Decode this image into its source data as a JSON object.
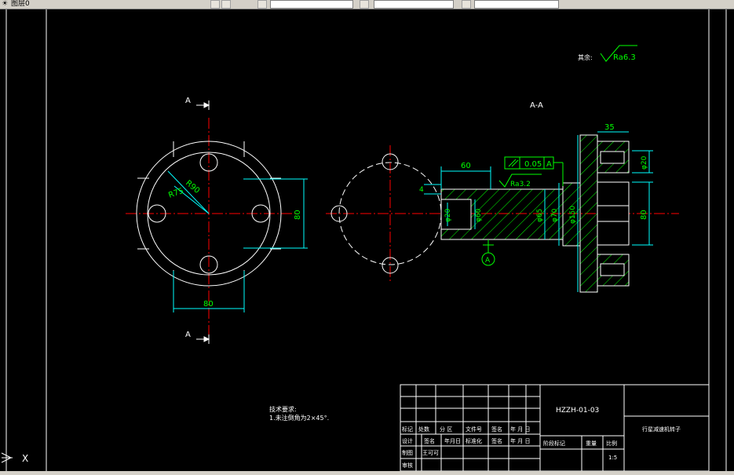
{
  "toolbar": {
    "layer_text": "图层0"
  },
  "drawing": {
    "section_mark_top": "A",
    "section_mark_bottom": "A",
    "section_title": "A-A",
    "surface_finish_label": "其余:",
    "surface_finish_value": "Ra6.3",
    "left_view": {
      "r_outer": "R90",
      "r_inner": "R75",
      "dim_vertical": "80",
      "dim_horizontal": "80"
    },
    "right_view": {
      "dim_top_right": "35",
      "dim_60": "60",
      "tolerance_value": "0.05",
      "tolerance_datum": "A",
      "roughness_small": "Ra3.2",
      "dim_4": "4",
      "dim_d20_left": "φ20",
      "dim_d60": "φ60",
      "dim_d65": "φ65",
      "dim_d70": "φ70",
      "dim_d150": "φ150",
      "dim_d20_right": "φ20",
      "dim_80": "80",
      "datum_label": "A"
    }
  },
  "notes": {
    "title": "技术要求:",
    "line1": "1.未注倒角为2×45°."
  },
  "title_block": {
    "drawing_number": "HZZH-01-03",
    "part_name": "行星减速机转子",
    "row_labels": [
      "标记",
      "处数",
      "分 区",
      "文件号",
      "签名",
      "年 月 日"
    ],
    "row2_labels": [
      "设计",
      "签名",
      "年月日",
      "标准化",
      "签名",
      "年 月 日"
    ],
    "row3_labels": [
      "制图",
      "王可可"
    ],
    "row4_labels": [
      "审核"
    ],
    "stage_label": "阶段标记",
    "weight_label": "重量",
    "scale_label": "比例",
    "scale_value": "1:5"
  },
  "ucs": {
    "x_label": "X"
  }
}
